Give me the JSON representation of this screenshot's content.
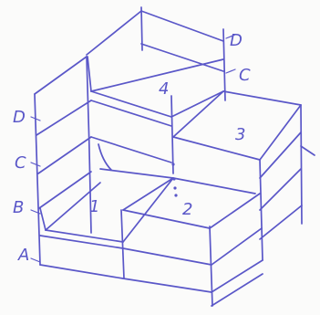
{
  "diagram": {
    "ink_color": "#5a57c8",
    "paper_color": "#fbfbfa",
    "left_labels": [
      "D",
      "C",
      "B",
      "A"
    ],
    "right_labels": [
      "D",
      "C"
    ],
    "block_labels": [
      "1",
      "2",
      "3",
      "4"
    ]
  }
}
